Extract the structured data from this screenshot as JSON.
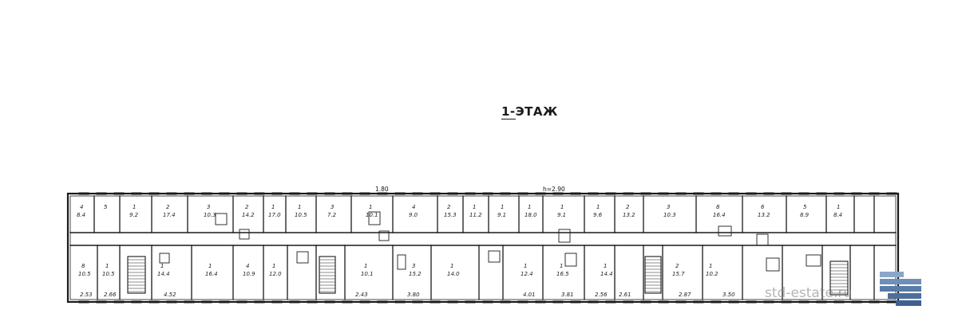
{
  "title": {
    "number": "1-",
    "text": "ЭТАЖ"
  },
  "dimensions": {
    "top_left": "1.80",
    "height": "h=2.90"
  },
  "watermark": {
    "text": "std-estate.ru"
  },
  "rooms_top": [
    {
      "n": "4",
      "a": "8.4"
    },
    {
      "n": "5",
      "a": ""
    },
    {
      "n": "1",
      "a": "9.2"
    },
    {
      "n": "2",
      "a": "17.4"
    },
    {
      "n": "3",
      "a": "10.3"
    },
    {
      "n": "2",
      "a": "14.2"
    },
    {
      "n": "1",
      "a": "17.0"
    },
    {
      "n": "1",
      "a": "10.5"
    },
    {
      "n": "3",
      "a": "7.2"
    },
    {
      "n": "1",
      "a": "10.1"
    },
    {
      "n": "4",
      "a": "9.0"
    },
    {
      "n": "2",
      "a": "15.3"
    },
    {
      "n": "1",
      "a": "11.2"
    },
    {
      "n": "1",
      "a": "9.1"
    },
    {
      "n": "1",
      "a": "18.0"
    },
    {
      "n": "1",
      "a": "9.1"
    },
    {
      "n": "1",
      "a": "9.6"
    },
    {
      "n": "2",
      "a": "13.2"
    },
    {
      "n": "3",
      "a": "10.3"
    },
    {
      "n": "8",
      "a": "16.4"
    },
    {
      "n": "6",
      "a": "13.2"
    },
    {
      "n": "5",
      "a": "8.9"
    },
    {
      "n": "1",
      "a": "8.4"
    }
  ],
  "rooms_bottom": [
    {
      "n": "8",
      "a": "10.5"
    },
    {
      "n": "1",
      "a": "10.5"
    },
    {
      "n": "1",
      "a": "14.4"
    },
    {
      "n": "1",
      "a": "16.4"
    },
    {
      "n": "4",
      "a": "10.9"
    },
    {
      "n": "1",
      "a": "12.0"
    },
    {
      "n": "1",
      "a": "10.1"
    },
    {
      "n": "3",
      "a": "15.2"
    },
    {
      "n": "1",
      "a": "14.0"
    },
    {
      "n": "1",
      "a": "12.4"
    },
    {
      "n": "1",
      "a": "16.5"
    },
    {
      "n": "1",
      "a": "14.4"
    },
    {
      "n": "2",
      "a": "15.7"
    },
    {
      "n": "1",
      "a": "10.2"
    }
  ],
  "dims_bottom": [
    "2.53",
    "2.66",
    "4.52",
    "2.43",
    "3.80",
    "4.01",
    "3.81",
    "2.56",
    "2.61",
    "2.87",
    "3.50"
  ]
}
